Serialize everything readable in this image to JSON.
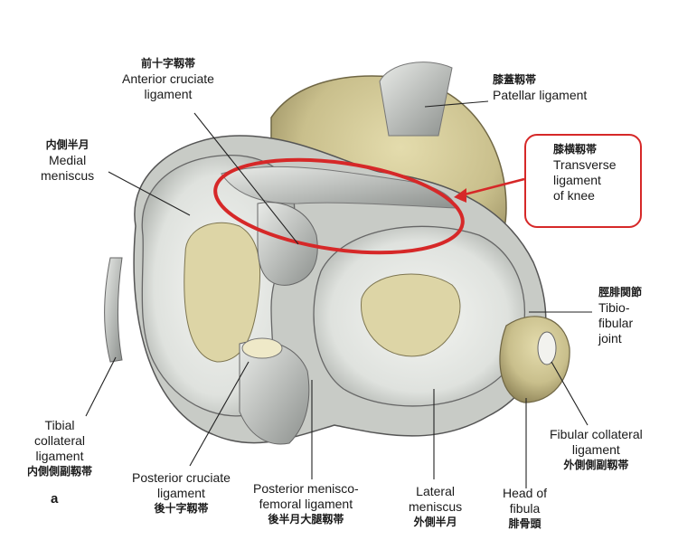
{
  "labels": {
    "acl": {
      "jp": "前十字靱帯",
      "en1": "Anterior cruciate",
      "en2": "ligament"
    },
    "patellar": {
      "jp": "膝蓋靱帯",
      "en1": "Patellar ligament"
    },
    "medial_meniscus": {
      "jp": "内側半月",
      "en1": "Medial",
      "en2": "meniscus"
    },
    "transverse": {
      "jp": "膝横靱帯",
      "en1": "Transverse",
      "en2": "ligament",
      "en3": "of knee"
    },
    "tibiofibular": {
      "jp": "脛腓関節",
      "en1": "Tibio-",
      "en2": "fibular",
      "en3": "joint"
    },
    "tibial_collateral": {
      "en1": "Tibial",
      "en2": "collateral",
      "en3": "ligament",
      "jp": "内側側副靱帯"
    },
    "fibular_collateral": {
      "en1": "Fibular collateral",
      "en2": "ligament",
      "jp": "外側側副靱帯"
    },
    "pcl": {
      "en1": "Posterior cruciate",
      "en2": "ligament",
      "jp": "後十字靱帯"
    },
    "pmfl": {
      "en1": "Posterior menisco-",
      "en2": "femoral ligament",
      "jp": "後半月大腿靱帯"
    },
    "lateral_meniscus": {
      "en1": "Lateral",
      "en2": "meniscus",
      "jp": "外側半月"
    },
    "fibula_head": {
      "en1": "Head of",
      "en2": "fibula",
      "jp": "腓骨頭"
    }
  },
  "figure_letter": "a",
  "colors": {
    "highlight": "#d62828",
    "bone": "#c9bf8c",
    "cartilage": "#d9dcd8",
    "ligament": "#a8aba9",
    "leader": "#222222"
  }
}
